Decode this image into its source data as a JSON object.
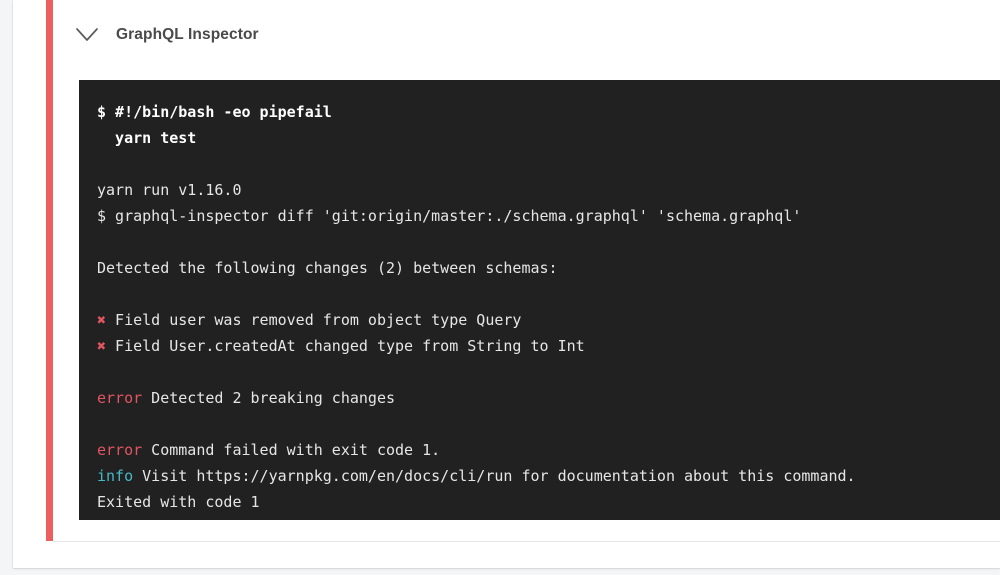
{
  "app": {
    "background_color": "#f4f5f7",
    "card_background": "#ffffff"
  },
  "step": {
    "title": "GraphQL Inspector",
    "status_color": "#ec5f5f",
    "collapse_icon": "chevron-down-icon",
    "expanded": true
  },
  "console": {
    "background_color": "#212121",
    "text_color": "#e6e6e6",
    "error_color": "#e05561",
    "info_color": "#46b9c7",
    "lines": [
      {
        "id": "l1",
        "type": "command",
        "segments": [
          {
            "text": "$ #!/bin/bash -eo pipefail",
            "style": "bold"
          }
        ]
      },
      {
        "id": "l2",
        "type": "command",
        "segments": [
          {
            "text": "  yarn test",
            "style": "bold"
          }
        ]
      },
      {
        "id": "l3",
        "type": "blank",
        "segments": []
      },
      {
        "id": "l4",
        "type": "output",
        "segments": [
          {
            "text": "yarn run v1.16.0",
            "style": "plain"
          }
        ]
      },
      {
        "id": "l5",
        "type": "output",
        "segments": [
          {
            "text": "$ graphql-inspector diff 'git:origin/master:./schema.graphql' 'schema.graphql'",
            "style": "plain"
          }
        ]
      },
      {
        "id": "l6",
        "type": "blank",
        "segments": []
      },
      {
        "id": "l7",
        "type": "output",
        "segments": [
          {
            "text": "Detected the following changes (2) between schemas:",
            "style": "plain"
          }
        ]
      },
      {
        "id": "l8",
        "type": "blank",
        "segments": []
      },
      {
        "id": "l9",
        "type": "output",
        "segments": [
          {
            "text": "✖",
            "style": "mark"
          },
          {
            "text": " Field user was removed from object type Query",
            "style": "plain"
          }
        ]
      },
      {
        "id": "l10",
        "type": "output",
        "segments": [
          {
            "text": "✖",
            "style": "mark"
          },
          {
            "text": " Field User.createdAt changed type from String to Int",
            "style": "plain"
          }
        ]
      },
      {
        "id": "l11",
        "type": "blank",
        "segments": []
      },
      {
        "id": "l12",
        "type": "output",
        "segments": [
          {
            "text": "error",
            "style": "err"
          },
          {
            "text": " Detected 2 breaking changes",
            "style": "plain"
          }
        ]
      },
      {
        "id": "l13",
        "type": "blank",
        "segments": []
      },
      {
        "id": "l14",
        "type": "output",
        "segments": [
          {
            "text": "error",
            "style": "err"
          },
          {
            "text": " Command failed with exit code 1.",
            "style": "plain"
          }
        ]
      },
      {
        "id": "l15",
        "type": "output",
        "segments": [
          {
            "text": "info",
            "style": "info"
          },
          {
            "text": " Visit https://yarnpkg.com/en/docs/cli/run for documentation about this command.",
            "style": "plain"
          }
        ]
      },
      {
        "id": "l16",
        "type": "output",
        "segments": [
          {
            "text": "Exited with code 1",
            "style": "plain"
          }
        ]
      }
    ]
  }
}
